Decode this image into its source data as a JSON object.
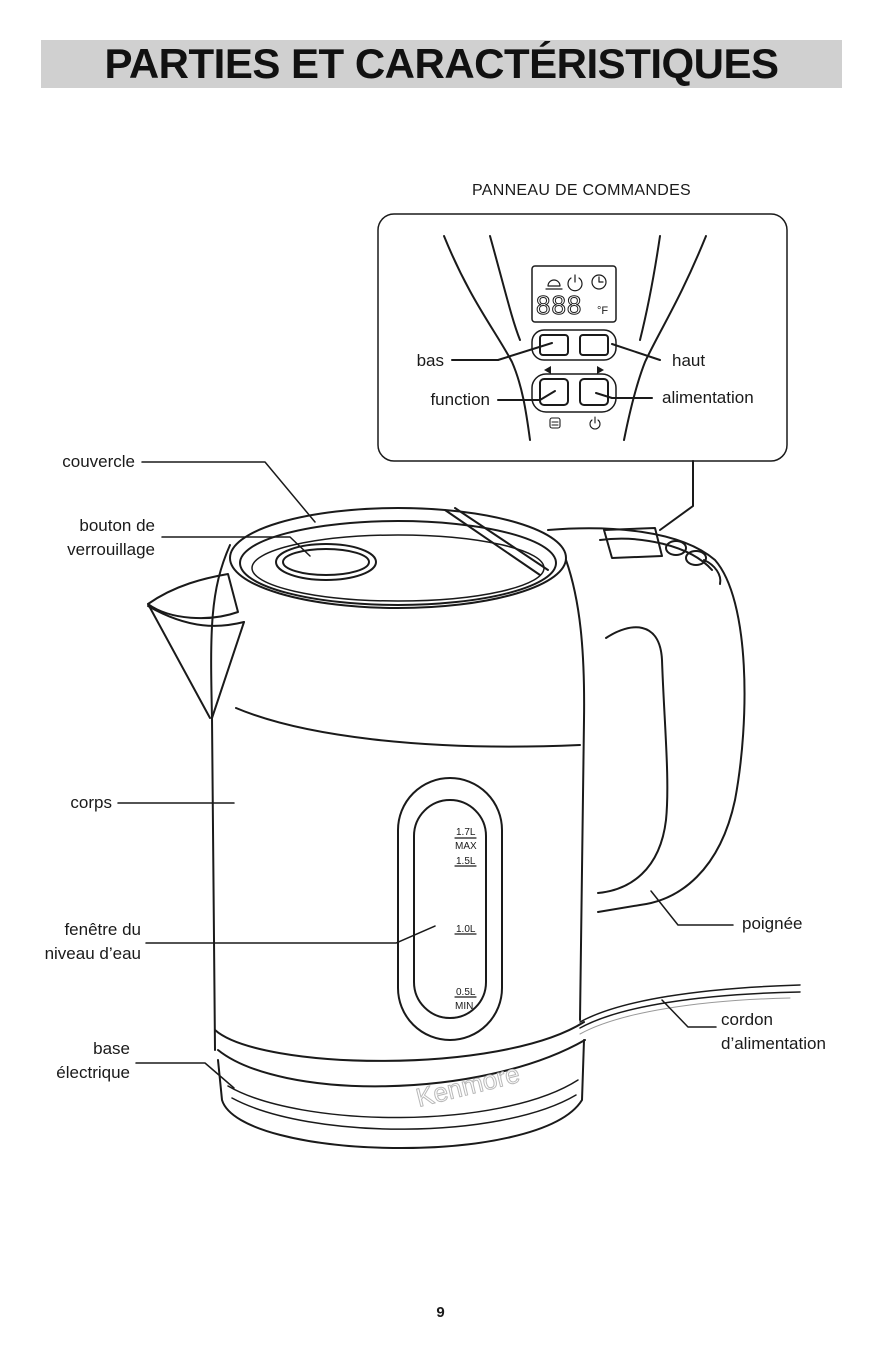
{
  "page": {
    "title": "PARTIES ET CARACTÉRISTIQUES",
    "page_number": "9"
  },
  "control_panel": {
    "heading": "PANNEAU DE COMMANDES",
    "display_digits": "888",
    "display_unit": "°F",
    "labels": {
      "down": "bas",
      "up": "haut",
      "function": "function",
      "power": "alimentation"
    }
  },
  "kettle": {
    "brand": "Kenmore",
    "labels": {
      "lid": "couvercle",
      "lock_button_line1": "bouton de",
      "lock_button_line2": "verrouillage",
      "body": "corps",
      "water_window_line1": "fenêtre du",
      "water_window_line2": "niveau d’eau",
      "base_line1": "base",
      "base_line2": "électrique",
      "handle": "poignée",
      "cord_line1": "cordon",
      "cord_line2": "d’alimentation"
    },
    "level_marks": {
      "max_volume": "1.7L",
      "max_text": "MAX",
      "mark_1_5": "1.5L",
      "mark_1_0": "1.0L",
      "min_volume": "0.5L",
      "min_text": "MIN"
    }
  },
  "colors": {
    "title_bar": "#d0d0d0",
    "line": "#1a1a1a"
  },
  "icons": [
    "keep-warm-icon",
    "power-icon",
    "timer-icon",
    "left-arrow-icon",
    "right-arrow-icon",
    "menu-icon"
  ]
}
